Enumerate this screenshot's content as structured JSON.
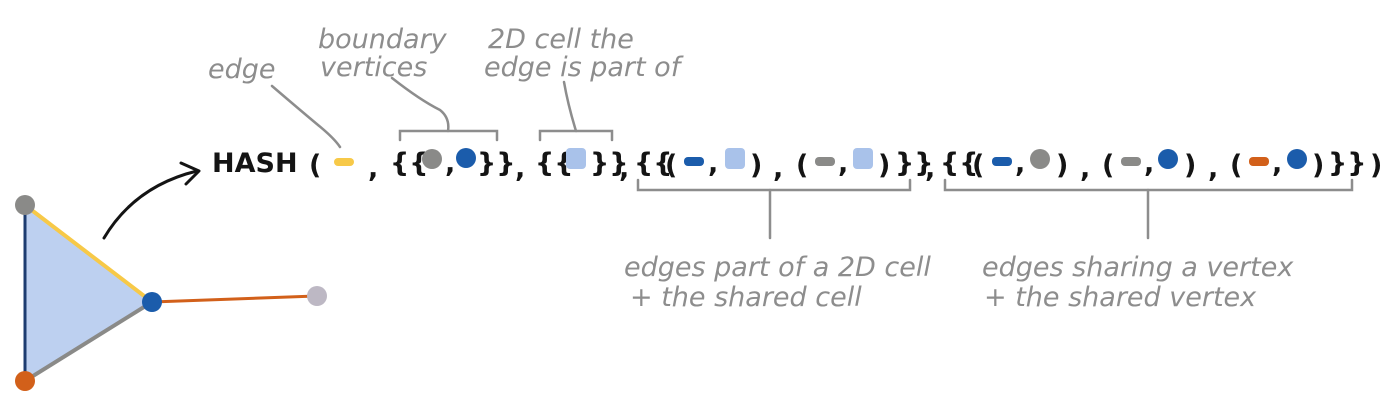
{
  "colors": {
    "ink": "#141414",
    "annotation_gray": "#8d8d8d",
    "triangle_fill": "#bdd0f0",
    "cell_fill": "#a9c2ea",
    "yellow": "#f7c948",
    "blue": "#1b5cab",
    "gray_vertex": "#8a8a88",
    "orange": "#d2601a",
    "light_purple": "#bdb8c4",
    "dark_blue_line": "#1d3c70"
  },
  "formula": {
    "hash": "HASH",
    "open_paren": "(",
    "close_paren": ")",
    "comma": ",",
    "set_open": "{{",
    "set_close": "}}"
  },
  "annotations": {
    "edge": "edge",
    "boundary_vertices": [
      "boundary",
      "vertices"
    ],
    "cell_of_edge": [
      "2D cell the",
      "edge is part of"
    ],
    "edges_cell": [
      "edges part of a 2D cell",
      "+ the shared cell"
    ],
    "edges_vertex": [
      "edges  sharing  a vertex",
      "+  the  shared  vertex"
    ]
  },
  "icons": {
    "arrow": "curved-arrow-icon",
    "vertex": "vertex-dot-icon",
    "edge": "edge-dash-icon",
    "cell": "cell-square-icon"
  }
}
